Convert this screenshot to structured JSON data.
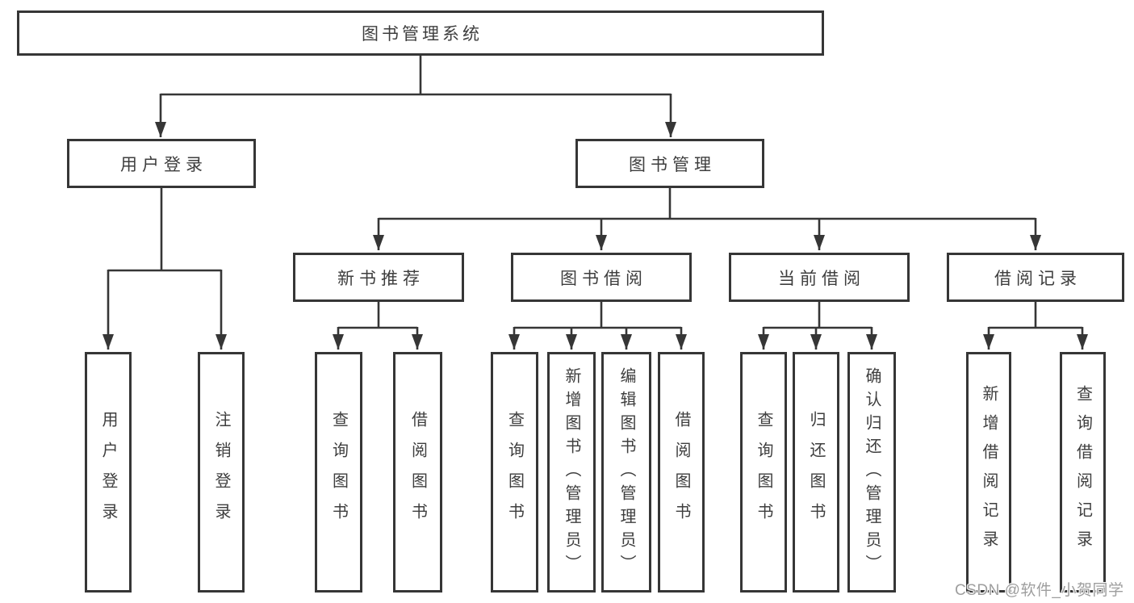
{
  "diagram": {
    "tree": {
      "root": {
        "label": "图书管理系统"
      },
      "level2": [
        {
          "id": "user-login",
          "label": "用户登录"
        },
        {
          "id": "book-management",
          "label": "图书管理"
        }
      ],
      "level3": [
        {
          "id": "new-book-recommend",
          "label": "新书推荐"
        },
        {
          "id": "book-borrow",
          "label": "图书借阅"
        },
        {
          "id": "current-borrow",
          "label": "当前借阅"
        },
        {
          "id": "borrow-records",
          "label": "借阅记录"
        }
      ],
      "leaves": {
        "user_login": [
          {
            "label": "用户登录"
          },
          {
            "label": "注销登录"
          }
        ],
        "new_book_recommend": [
          {
            "label": "查询图书"
          },
          {
            "label": "借阅图书"
          }
        ],
        "book_borrow": [
          {
            "label": "查询图书"
          },
          {
            "label": "新增图书（管理员）"
          },
          {
            "label": "编辑图书（管理员）"
          },
          {
            "label": "借阅图书"
          }
        ],
        "current_borrow": [
          {
            "label": "查询图书"
          },
          {
            "label": "归还图书"
          },
          {
            "label": "确认归还（管理员）"
          }
        ],
        "borrow_records": [
          {
            "label": "新增借阅记录"
          },
          {
            "label": "查询借阅记录"
          }
        ]
      }
    },
    "watermark": "CSDN @软件_小贺同学"
  },
  "colors": {
    "line": "#363636",
    "text": "#3e3e3e",
    "watermark": "#9e9e9e",
    "background": "#ffffff"
  }
}
